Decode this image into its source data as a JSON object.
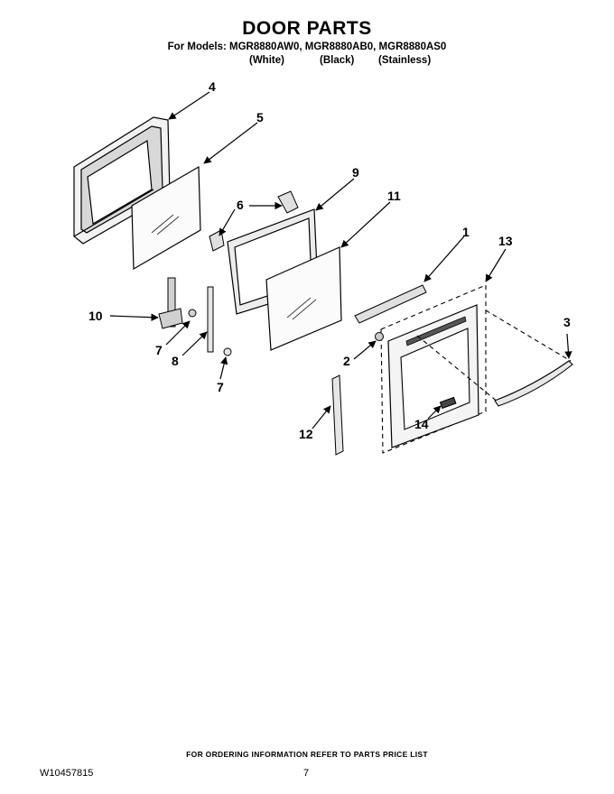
{
  "header": {
    "title": "DOOR PARTS",
    "models_line": "For Models: MGR8880AW0, MGR8880AB0, MGR8880AS0",
    "variants": [
      "(White)",
      "(Black)",
      "(Stainless)"
    ]
  },
  "callouts": {
    "c4": "4",
    "c5": "5",
    "c6": "6",
    "c9": "9",
    "c11": "11",
    "c1": "1",
    "c13": "13",
    "c10": "10",
    "c7a": "7",
    "c8": "8",
    "c7b": "7",
    "c2": "2",
    "c3": "3",
    "c12": "12",
    "c14": "14"
  },
  "footer": {
    "ordering_note": "FOR ORDERING INFORMATION REFER TO PARTS PRICE LIST",
    "document_number": "W10457815",
    "page_number": "7"
  }
}
